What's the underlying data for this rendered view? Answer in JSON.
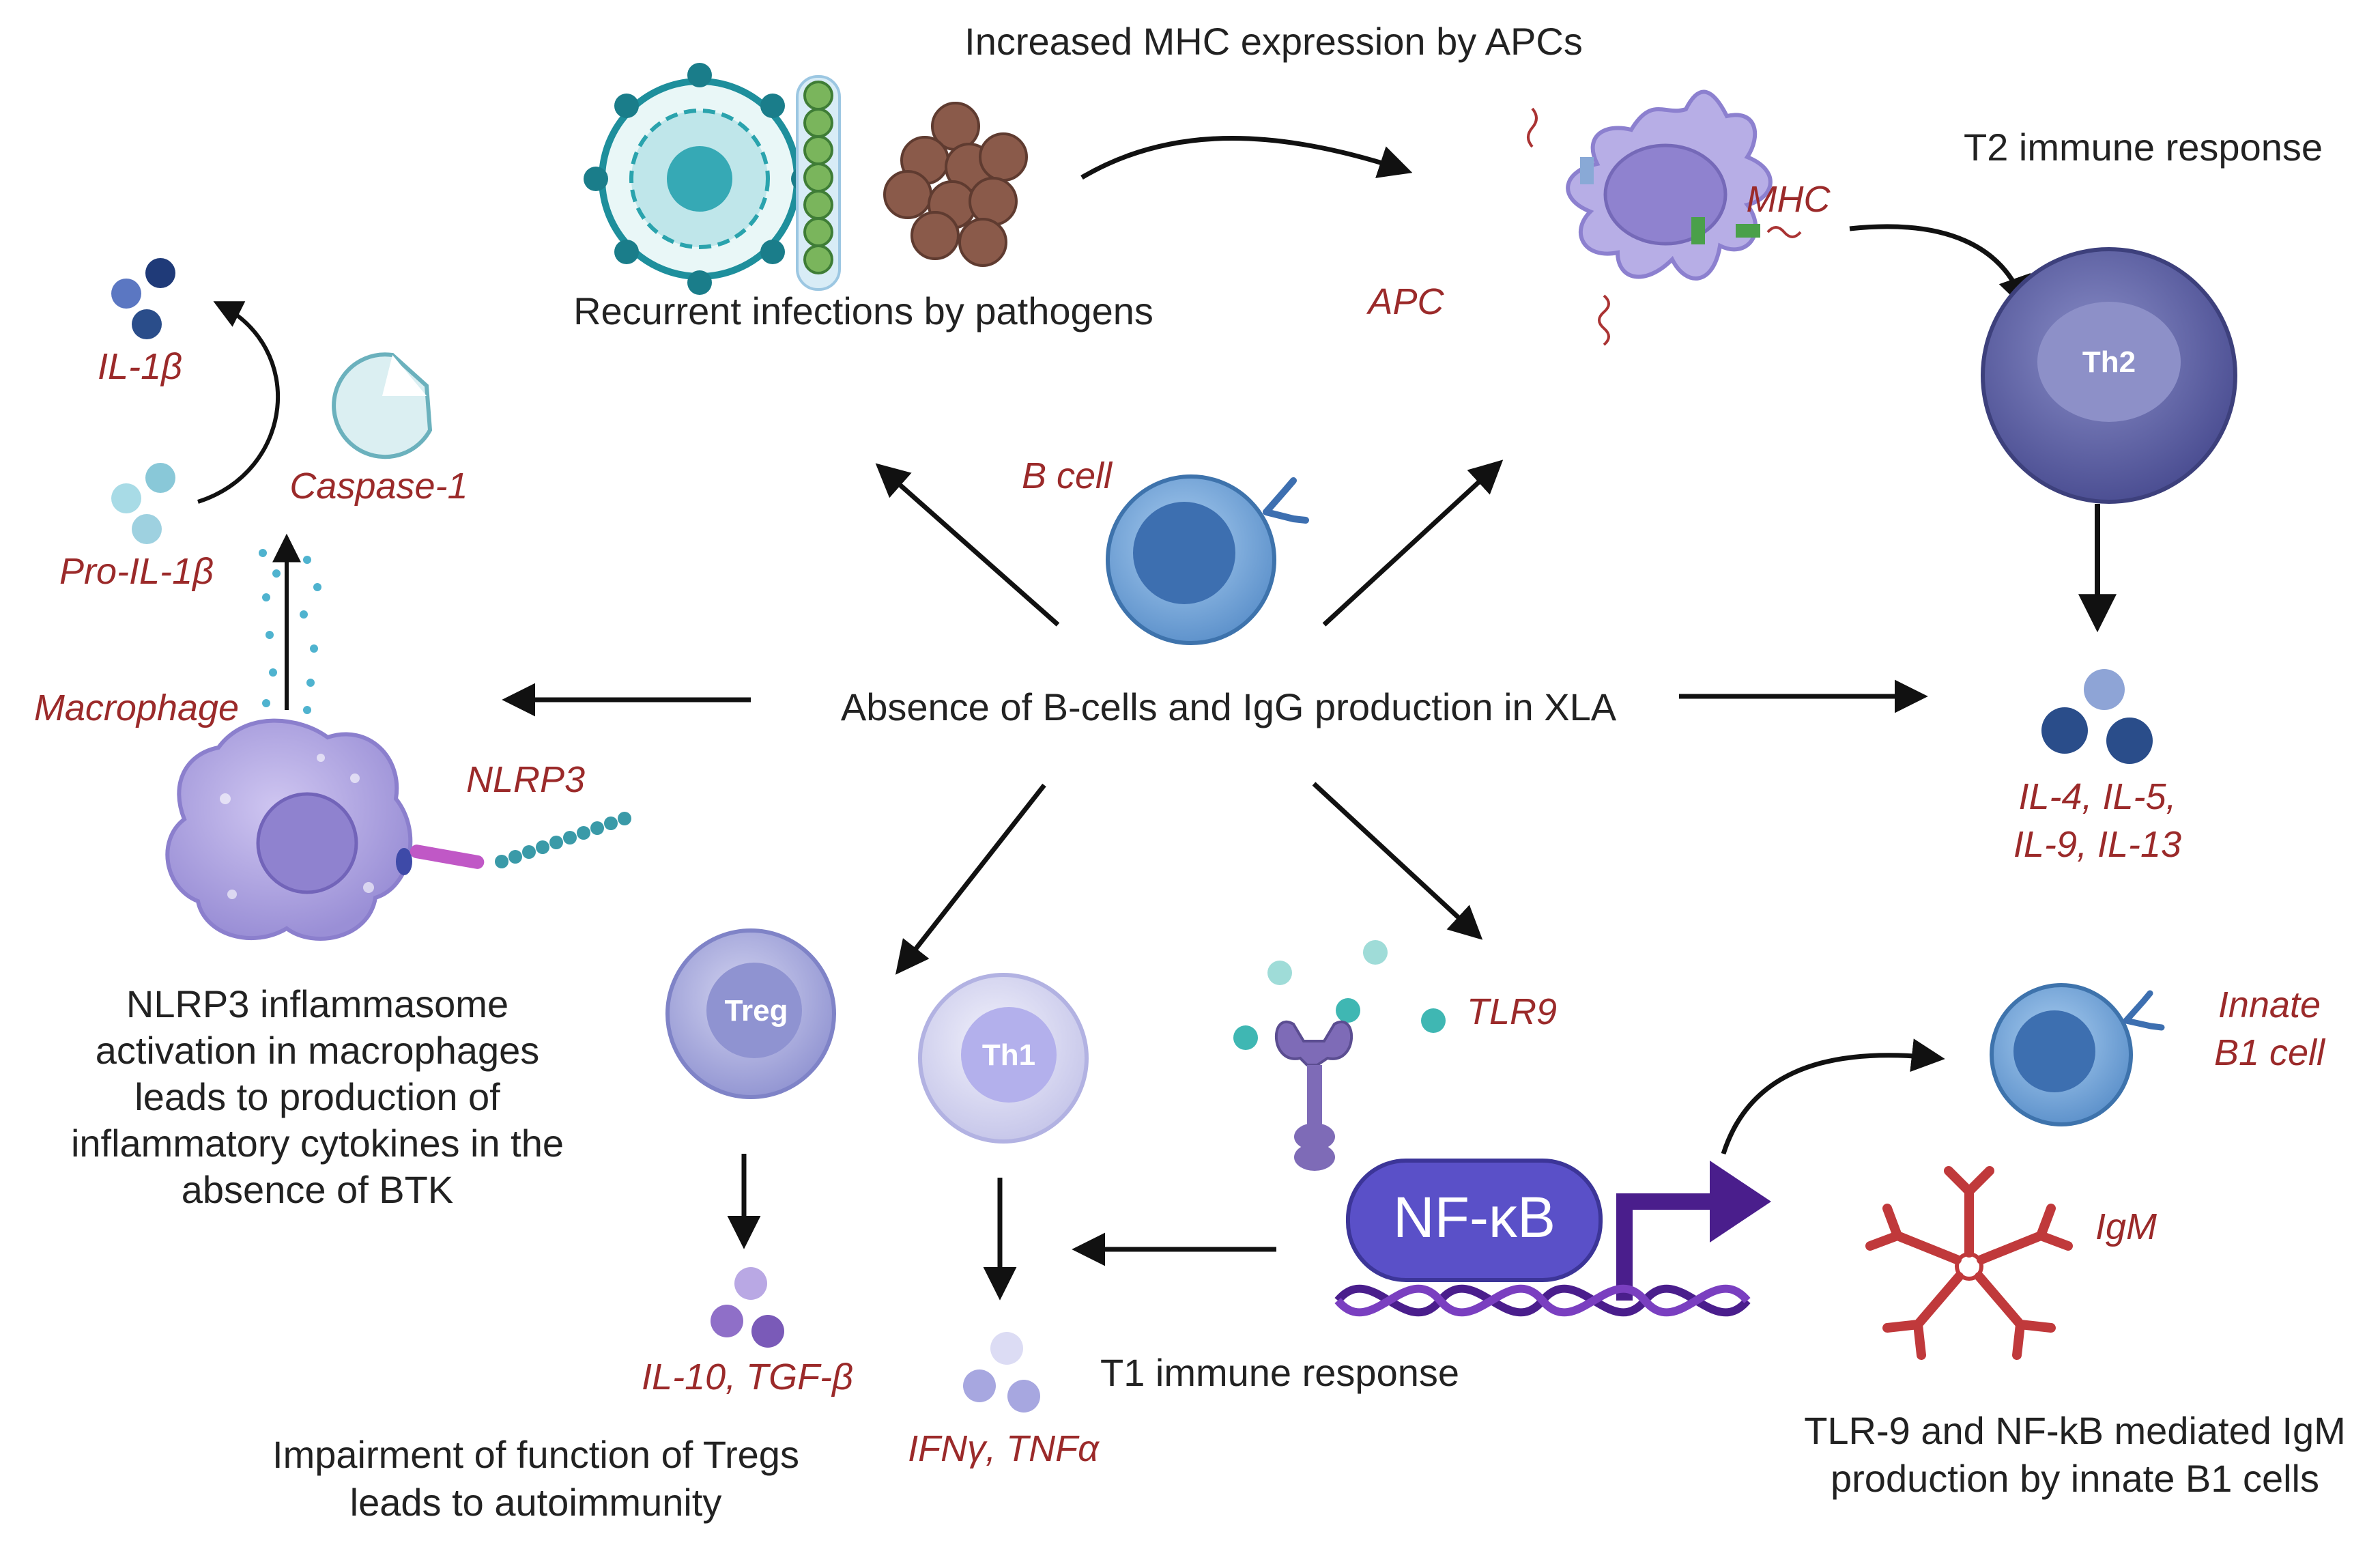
{
  "labels": {
    "top_title": "Increased MHC expression by APCs",
    "recurrent": "Recurrent infections by pathogens",
    "t2_response": "T2 immune response",
    "center": "Absence of B-cells and IgG production in XLA",
    "t1_response": "T1 immune response",
    "nlrp3_caption": [
      "NLRP3 inflammasome",
      "activation in macrophages",
      "leads to production of",
      "inflammatory cytokines in the",
      "absence of BTK"
    ],
    "treg_caption": [
      "Impairment of function of Tregs",
      "leads to autoimmunity"
    ],
    "b1_caption": [
      "TLR-9 and NF-kB mediated IgM",
      "production by innate B1 cells"
    ]
  },
  "italic_labels": {
    "il1b": "IL-1β",
    "caspase": "Caspase-1",
    "pro_il1b": "Pro-IL-1β",
    "macrophage": "Macrophage",
    "nlrp3": "NLRP3",
    "b_cell": "B cell",
    "apc": "APC",
    "mhc": "MHC",
    "th2_cytokines": [
      "IL-4, IL-5,",
      "IL-9, IL-13"
    ],
    "tlr9": "TLR9",
    "innate_b1": [
      "Innate",
      "B1 cell"
    ],
    "igm": "IgM",
    "treg_cytokines": "IL-10, TGF-β",
    "th1_cytokines": "IFNγ, TNFα"
  },
  "cell_names": {
    "th2": "Th2",
    "treg": "Treg",
    "th1": "Th1",
    "nfkb": "NF-κB"
  },
  "colors": {
    "label_text": "#222222",
    "italic_red": "#9b2a2a",
    "arrow": "#111111",
    "b_cell": "#6aa0d6",
    "apc": "#b7aee6",
    "th2": "#6f73b3",
    "macrophage": "#b0a5e0",
    "treg": "#a9acdc",
    "th1": "#d6d6f2",
    "nfkb": "#5a50c8",
    "igm": "#c0393b",
    "dna": "#4a1e8c"
  }
}
